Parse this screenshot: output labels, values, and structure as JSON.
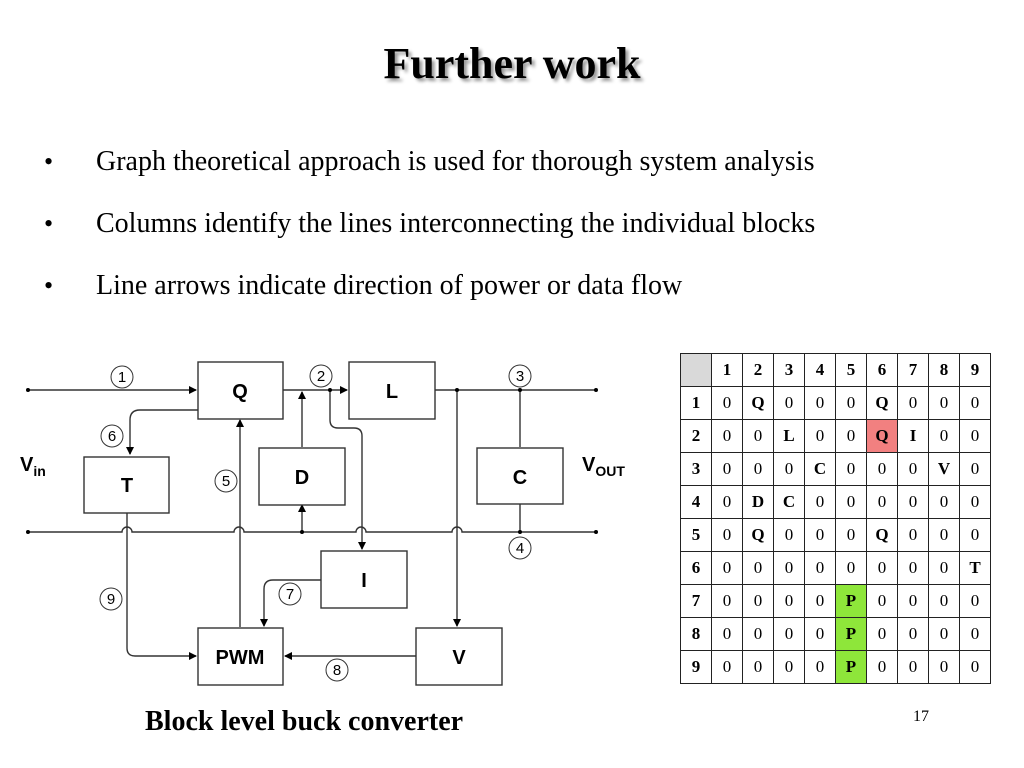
{
  "slide": {
    "title": "Further work",
    "bullets": [
      {
        "marker": "•",
        "text": "Graph theoretical approach is used for thorough system analysis"
      },
      {
        "marker": "•",
        "text": "Columns identify the lines interconnecting the individual blocks"
      },
      {
        "marker": "•",
        "text": "Line arrows indicate direction of power or data flow"
      }
    ],
    "caption": "Block level buck converter",
    "page_number": "17"
  },
  "diagram": {
    "vin_label": "V",
    "vin_sub": "in",
    "vout_label": "V",
    "vout_sub": "OUT",
    "blocks": {
      "Q": "Q",
      "L": "L",
      "T": "T",
      "D": "D",
      "C": "C",
      "I": "I",
      "PWM": "PWM",
      "V": "V"
    },
    "line_numbers": [
      "1",
      "2",
      "3",
      "4",
      "5",
      "6",
      "7",
      "8",
      "9"
    ]
  },
  "matrix": {
    "column_headers": [
      "1",
      "2",
      "3",
      "4",
      "5",
      "6",
      "7",
      "8",
      "9"
    ],
    "rows": [
      {
        "label": "1",
        "cells": [
          "0",
          "Q",
          "0",
          "0",
          "0",
          "Q",
          "0",
          "0",
          "0"
        ]
      },
      {
        "label": "2",
        "cells": [
          "0",
          "0",
          "L",
          "0",
          "0",
          "Q",
          "I",
          "0",
          "0"
        ]
      },
      {
        "label": "3",
        "cells": [
          "0",
          "0",
          "0",
          "C",
          "0",
          "0",
          "0",
          "V",
          "0"
        ]
      },
      {
        "label": "4",
        "cells": [
          "0",
          "D",
          "C",
          "0",
          "0",
          "0",
          "0",
          "0",
          "0"
        ]
      },
      {
        "label": "5",
        "cells": [
          "0",
          "Q",
          "0",
          "0",
          "0",
          "Q",
          "0",
          "0",
          "0"
        ]
      },
      {
        "label": "6",
        "cells": [
          "0",
          "0",
          "0",
          "0",
          "0",
          "0",
          "0",
          "0",
          "T"
        ]
      },
      {
        "label": "7",
        "cells": [
          "0",
          "0",
          "0",
          "0",
          "P",
          "0",
          "0",
          "0",
          "0"
        ]
      },
      {
        "label": "8",
        "cells": [
          "0",
          "0",
          "0",
          "0",
          "P",
          "0",
          "0",
          "0",
          "0"
        ]
      },
      {
        "label": "9",
        "cells": [
          "0",
          "0",
          "0",
          "0",
          "P",
          "0",
          "0",
          "0",
          "0"
        ]
      }
    ],
    "highlights": [
      {
        "row": "2",
        "column": "6",
        "color": "#f28080"
      },
      {
        "row": "7",
        "column": "5",
        "color": "#8ee63a"
      },
      {
        "row": "8",
        "column": "5",
        "color": "#8ee63a"
      },
      {
        "row": "9",
        "column": "5",
        "color": "#8ee63a"
      }
    ],
    "corner_color": "#d9d9d9"
  }
}
